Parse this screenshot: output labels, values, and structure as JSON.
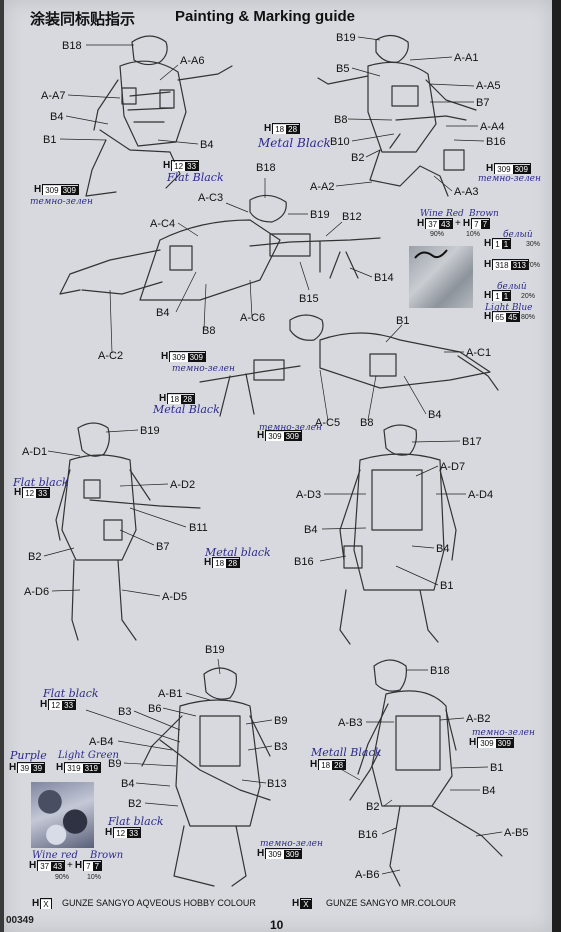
{
  "header": {
    "chinese_title": "涂装同标贴指示",
    "english_title": "Painting & Marking guide"
  },
  "labels": {
    "t1": [
      "B18",
      "A-A6",
      "A-A7",
      "B4",
      "B1",
      "B4"
    ],
    "t2": [
      "B19",
      "A-A1",
      "B5",
      "A-A5",
      "B7",
      "B8",
      "A-A4",
      "B10",
      "B16",
      "B2",
      "A-A2",
      "A-A3"
    ],
    "t3": [
      "B18",
      "A-C3",
      "B19",
      "A-C4",
      "B12",
      "B14",
      "B15",
      "B4",
      "B8",
      "A-C6",
      "A-C2"
    ],
    "t4": [
      "B1",
      "A-C1",
      "B8",
      "B4",
      "A-C5"
    ],
    "t5": [
      "B19",
      "A-D1",
      "A-D2",
      "B11",
      "B7",
      "B2",
      "A-D6",
      "A-D5"
    ],
    "t6": [
      "B17",
      "A-D7",
      "A-D3",
      "A-D4",
      "B4",
      "B4",
      "B16",
      "B1"
    ],
    "t7": [
      "B19",
      "A-B1",
      "B6",
      "B3",
      "B9",
      "A-B4",
      "B3",
      "B9",
      "B13",
      "B4",
      "B2"
    ],
    "t8": [
      "B18",
      "A-B3",
      "A-B2",
      "B1",
      "B4",
      "B2",
      "B16",
      "A-B5",
      "A-B6"
    ]
  },
  "codes": {
    "c1": {
      "left": "12",
      "right": "33"
    },
    "c2": {
      "left": "309",
      "right": "309"
    },
    "c3": {
      "left": "18",
      "right": "28"
    },
    "c4": {
      "left": "309",
      "right": "309"
    },
    "c5a": {
      "left": "37",
      "right": "43"
    },
    "c5b": {
      "left": "7",
      "right": "7"
    },
    "c6": {
      "left": "1",
      "right": "1"
    },
    "c7": {
      "left": "318",
      "right": "313"
    },
    "c8": {
      "left": "1",
      "right": "1"
    },
    "c9": {
      "left": "65",
      "right": "45"
    },
    "c10": {
      "left": "309",
      "right": "309"
    },
    "c11": {
      "left": "18",
      "right": "28"
    },
    "c12": {
      "left": "309",
      "right": "309"
    },
    "c13": {
      "left": "12",
      "right": "33"
    },
    "c14": {
      "left": "18",
      "right": "28"
    },
    "c15": {
      "left": "12",
      "right": "33"
    },
    "c16": {
      "left": "39",
      "right": "39"
    },
    "c17": {
      "left": "319",
      "right": "319"
    },
    "c18": {
      "left": "18",
      "right": "28"
    },
    "c19": {
      "left": "309",
      "right": "309"
    },
    "c20": {
      "left": "12",
      "right": "33"
    },
    "c21": {
      "left": "309",
      "right": "309"
    },
    "c22a": {
      "left": "37",
      "right": "43"
    },
    "c22b": {
      "left": "7",
      "right": "7"
    }
  },
  "percents": {
    "p1": "90%",
    "p2": "10%",
    "p3": "30%",
    "p4": "70%",
    "p5": "20%",
    "p6": "80%",
    "p7": "90%",
    "p8": "10%"
  },
  "handwritten": {
    "metal_black_1": "Metal Black",
    "flat_black_1": "Flat Black",
    "temno_1": "темно-зелен",
    "temno_2": "темно-зелен",
    "wine_red_1": "Wine Red",
    "brown_1": "Brown",
    "white_1": "белый",
    "white_2": "белый",
    "light_blue": "Light Blue",
    "temno_3": "темно-зелен",
    "metal_black_2": "Metal Black",
    "temno_4": "темно-зелен",
    "flat_black_2": "Flat black",
    "metal_black_3": "Metal black",
    "flat_black_3": "Flat black",
    "purple": "Purple",
    "light_green": "Light Green",
    "metall_black_4": "Metall Black",
    "temno_5": "темно-зелен",
    "flat_black_4": "Flat black",
    "temno_6": "темно-зелен",
    "wine_red_2": "Wine red",
    "brown_2": "Brown"
  },
  "legend": {
    "aqueous_code": "X",
    "aqueous_text": "GUNZE SANGYO AQVEOUS HOBBY COLOUR",
    "mr_code": "X",
    "mr_text": "GUNZE SANGYO MR.COLOUR"
  },
  "footer": {
    "item_number": "00349",
    "page_number": "10"
  },
  "colors": {
    "paper": "#d7d9de",
    "ink": "#111111",
    "pen": "#2d2a8c"
  }
}
